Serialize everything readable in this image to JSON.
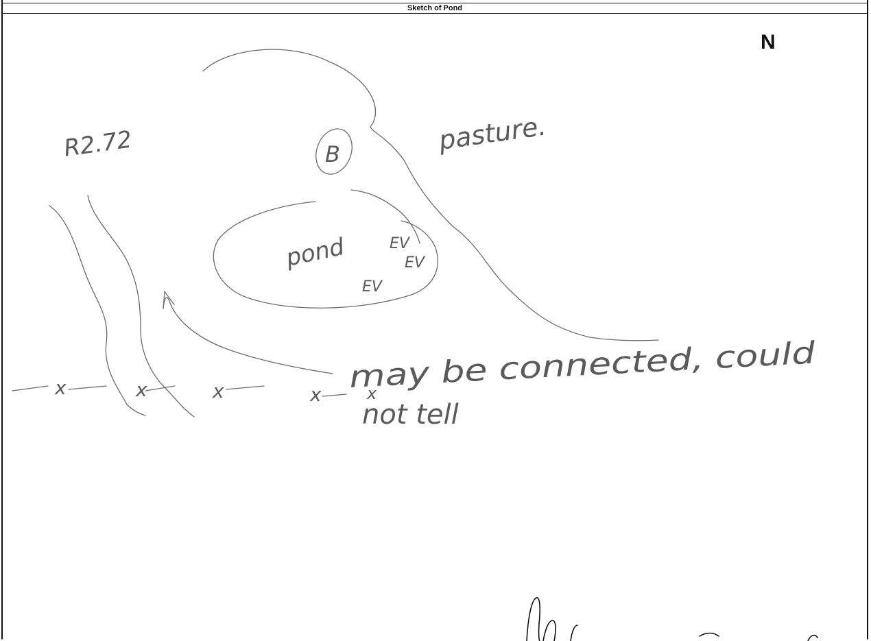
{
  "form": {
    "title": "Sketch of Pond",
    "north_marker": "N"
  },
  "sketch": {
    "label_road": "R2.72",
    "label_pasture": "pasture.",
    "label_pond": "pond",
    "ev_label_1": "EV",
    "ev_label_2": "EV",
    "ev_label_3": "EV",
    "circled_symbol": "B",
    "note_line_1": "may be connected, could",
    "note_line_2": "not tell",
    "fence_marks": [
      "x",
      "x",
      "x",
      "x",
      "x"
    ]
  }
}
